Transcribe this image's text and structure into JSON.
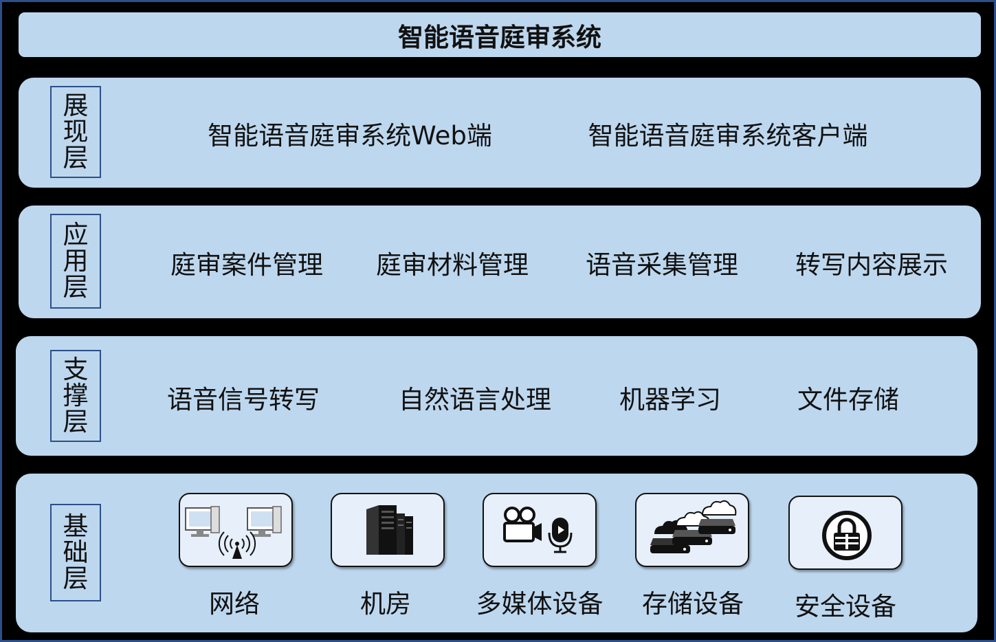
{
  "title": "智能语音庭审系统",
  "layers": [
    {
      "label": "展现层",
      "items": [
        "智能语音庭审系统Web端",
        "智能语音庭审系统客户端"
      ]
    },
    {
      "label": "应用层",
      "items": [
        "庭审案件管理",
        "庭审材料管理",
        "语音采集管理",
        "转写内容展示"
      ]
    },
    {
      "label": "支撑层",
      "items": [
        "语音信号转写",
        "自然语言处理",
        "机器学习",
        "文件存储"
      ]
    },
    {
      "label": "基础层",
      "devices": [
        {
          "label": "网络",
          "icon": "network-icon"
        },
        {
          "label": "机房",
          "icon": "server-room-icon"
        },
        {
          "label": "多媒体设备",
          "icon": "multimedia-icon"
        },
        {
          "label": "存储设备",
          "icon": "storage-icon"
        },
        {
          "label": "安全设备",
          "icon": "security-lock-icon"
        }
      ]
    }
  ],
  "colors": {
    "band": "#bdd7ee",
    "border": "#2c4f8a",
    "background": "#000000"
  }
}
